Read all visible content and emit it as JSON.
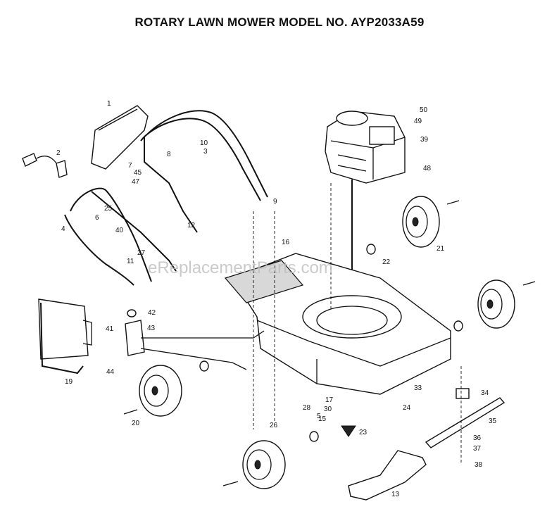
{
  "title": "ROTARY LAWN MOWER MODEL NO. AYP2033A59",
  "watermark": "eReplacementParts.com",
  "callouts": [
    "1",
    "2",
    "3",
    "4",
    "5",
    "6",
    "7",
    "8",
    "9",
    "10",
    "11",
    "12",
    "13",
    "15",
    "16",
    "17",
    "19",
    "20",
    "21",
    "22",
    "23",
    "24",
    "25",
    "26",
    "27",
    "28",
    "30",
    "33",
    "34",
    "35",
    "36",
    "37",
    "38",
    "39",
    "40",
    "41",
    "42",
    "43",
    "44",
    "45",
    "47",
    "48",
    "49",
    "50"
  ],
  "icons": [
    "engine",
    "wheel",
    "blade",
    "handle",
    "deck",
    "grass-catcher",
    "deflector"
  ]
}
